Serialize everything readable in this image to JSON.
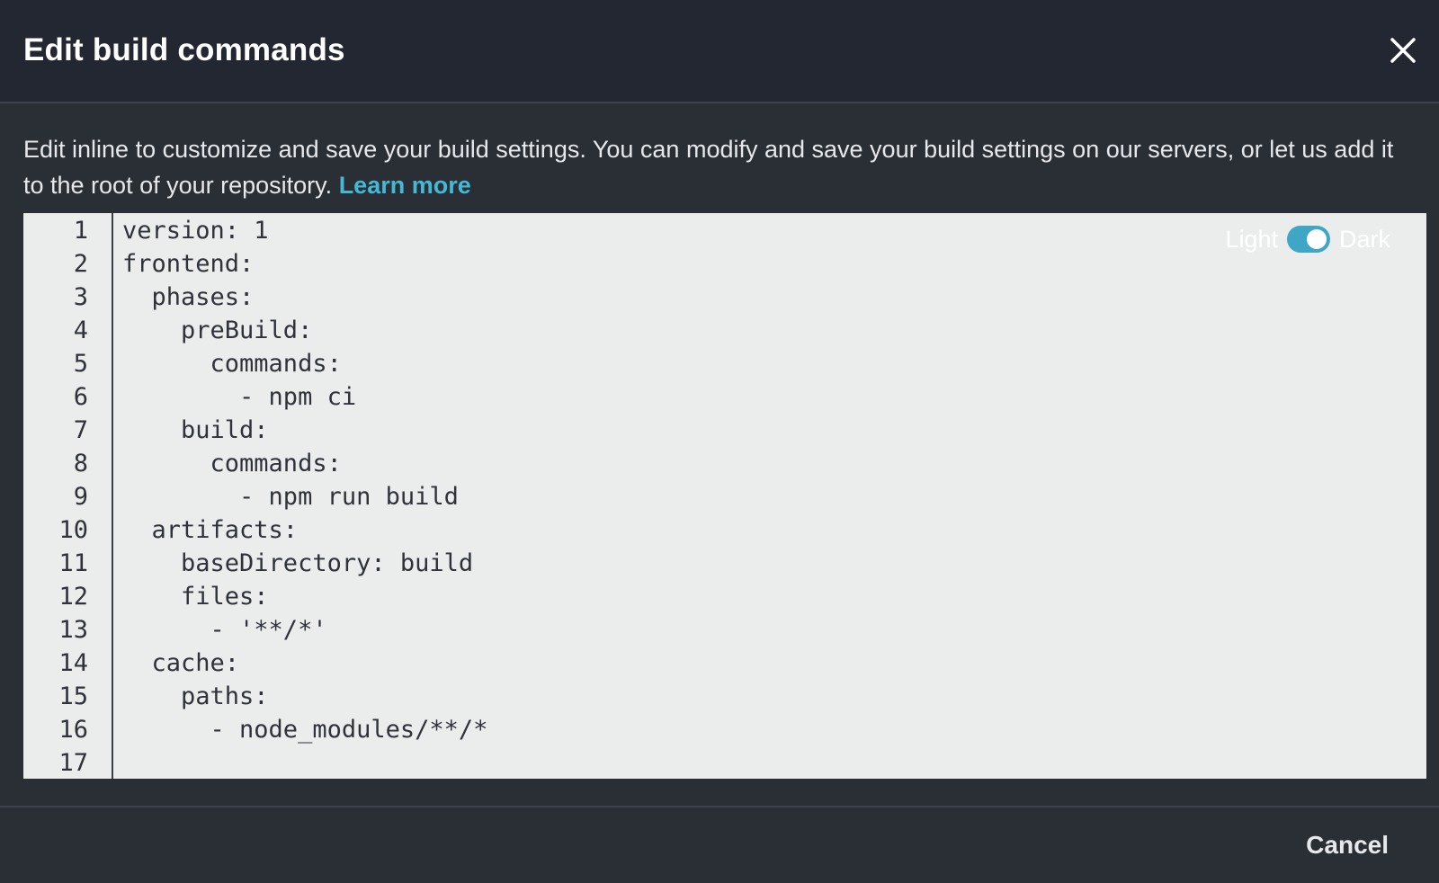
{
  "modal": {
    "title": "Edit build commands",
    "close_icon": "close-icon"
  },
  "description": {
    "text": "Edit inline to customize and save your build settings. You can modify and save your build settings on our servers, or let us add it to the root of your repository.",
    "link_label": "Learn more"
  },
  "editor": {
    "theme_toggle": {
      "left_label": "Light",
      "right_label": "Dark",
      "state": "on"
    },
    "lines": [
      {
        "num": "1",
        "code": "version: 1"
      },
      {
        "num": "2",
        "code": "frontend:"
      },
      {
        "num": "3",
        "code": "  phases:"
      },
      {
        "num": "4",
        "code": "    preBuild:"
      },
      {
        "num": "5",
        "code": "      commands:"
      },
      {
        "num": "6",
        "code": "        - npm ci"
      },
      {
        "num": "7",
        "code": "    build:"
      },
      {
        "num": "8",
        "code": "      commands:"
      },
      {
        "num": "9",
        "code": "        - npm run build"
      },
      {
        "num": "10",
        "code": "  artifacts:"
      },
      {
        "num": "11",
        "code": "    baseDirectory: build"
      },
      {
        "num": "12",
        "code": "    files:"
      },
      {
        "num": "13",
        "code": "      - '**/*'"
      },
      {
        "num": "14",
        "code": "  cache:"
      },
      {
        "num": "15",
        "code": "    paths:"
      },
      {
        "num": "16",
        "code": "      - node_modules/**/*"
      },
      {
        "num": "17",
        "code": ""
      }
    ]
  },
  "footer": {
    "cancel_label": "Cancel"
  },
  "colors": {
    "header_bg": "#232731",
    "body_bg": "#2a2e35",
    "editor_bg": "#ebedec",
    "link": "#44b9d6",
    "toggle_accent": "#3fa6c6"
  }
}
